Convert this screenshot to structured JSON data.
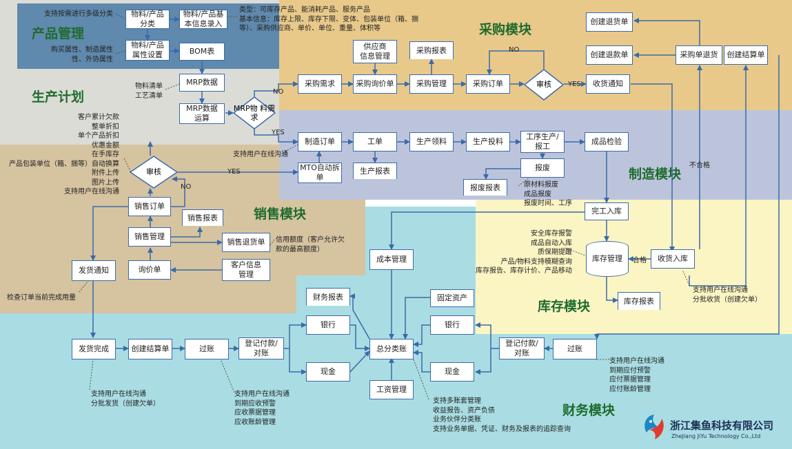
{
  "modules": {
    "product": "产品管理",
    "plan": "生产计划",
    "purchase": "采购模块",
    "manufacture": "制造模块",
    "sales": "销售模块",
    "inventory": "库存模块",
    "finance": "财务模块"
  },
  "boxes": {
    "wuliao_fenlei": "物料/产品\n分类",
    "wuliao_jiben": "物料/产品基\n本信息录入",
    "wuliao_shuxing": "物料/产品\n属性设置",
    "bom": "BOM表",
    "mrp_data": "MRP数据",
    "mrp_calc": "MRP数据\n运算",
    "mrp_need": "MRP物\n料需求",
    "cg_xuqiu": "采购需求",
    "cg_xunjia": "采购询价单",
    "cg_guanli": "采购管理",
    "cg_dingdan": "采购订单",
    "shenhe_cg": "审核",
    "shouhuo": "收货通知",
    "gys": "供应商\n信息管理",
    "cg_baobiao": "采购报表",
    "tuihuo_dan": "创建退货单",
    "tuikuan_dan": "创建退款单",
    "cg_tuihuo": "采购单退货",
    "jiesuan_dan_cg": "创建结算单",
    "zhizao_dingdan": "制造订单",
    "gongdan": "工单",
    "sc_lingliao": "生产领料",
    "sc_touliao": "生产投料",
    "gongxu": "工序生产/\n报工",
    "chengpin": "成品检验",
    "sc_baobiao": "生产报表",
    "baofei": "报废",
    "baofei_baobiao": "报废报表",
    "mto": "MTO自动拆\n单",
    "wangong": "完工入库",
    "shenhe_xs": "审核",
    "xs_dingdan": "销售订单",
    "xs_baobiao": "销售报表",
    "xs_guanli": "销售管理",
    "xs_tuihuo": "销售退货单",
    "xunjia": "询价单",
    "kehu": "客户信息\n管理",
    "fahuo_tz": "发货通知",
    "chengben": "成本管理",
    "kucun_gl": "库存管理",
    "shouhuo_rk": "收货入库",
    "kucun_bb": "库存报表",
    "cw_baobiao": "财务报表",
    "guding": "固定资产",
    "yinhang1": "银行",
    "xianjin1": "现金",
    "zongfen": "总分类账",
    "yinhang2": "银行",
    "xianjin2": "现金",
    "gongzi": "工资管理",
    "fahuo_wc": "发货完成",
    "jiesuan_xs": "创建结算单",
    "guozhang1": "过账",
    "dengji1": "登记付款/\n对账",
    "dengji2": "登记付款/\n对账",
    "guozhang2": "过账"
  },
  "notes": {
    "multi_level": "支持按需进行多级分类",
    "purchase_attr": "购买属性、制造属性\n性、外协属性",
    "type_info": "类型：可库存产品、能消耗产品、服务产品\n基本信息：库存上限、库存下限、变体、包装单位（箱、捆\n等）、采购供应商、单价、单位、重量、体积等",
    "bom_note": "物料清单\n工艺清单",
    "sales_features": "客户累计欠款\n整单折扣\n单个产品折扣\n优惠金额\n在手库存\n产品包装单位（箱、捆等）自动换算\n附件上传\n图片上传\n支持用户在线沟通",
    "mfg_online": "支持用户在线沟通",
    "scrap_note": "原材料报废\n成品报废\n报废时间、工序",
    "credit_note": "信用额度（客户允许欠\n款的最高额度）",
    "check_order": "检查订单当前完成用量",
    "inv_features": "安全库存报警\n成品自动入库\n质保期提醒\n产品/物料支持模糊查询\n库存报告、库存计价、产品移动",
    "receive_note": "支持用户在线沟通\n分批收货（创建欠单）",
    "ship_note": "支持用户在线沟通\n分批发货（创建欠单）",
    "ar_note": "支持用户在线沟通\n到期应收预警\n应收票据管理\n应收账龄管理",
    "ap_note": "支持用户在线沟通\n到期应付预警\n应付票据管理\n应付账龄管理",
    "gl_note": "支持多账套管理\n收益报告、资产负债\n业务伙伴分类账\n支持业务单据、凭证、财务及报表的追踪查询"
  },
  "labels": {
    "no1": "NO",
    "yes1": "YES",
    "yes_cg": "YES",
    "no_cg": "NO",
    "yes_xs": "YES",
    "no_xs": "NO",
    "buhege": "不合格",
    "hege": "合格"
  },
  "company": {
    "name_cn": "浙江集鱼科技有限公司",
    "name_en": "ZheJiang JiYu Technology Co.,Ltd"
  },
  "colors": {
    "product_bg": "#5f89ad",
    "plan_bg": "#dcdcd6",
    "purchase_bg": "#e8c98a",
    "manufacture_bg": "#bcc4dc",
    "sales_bg": "#d6c3a0",
    "inventory_bg": "#fbf5c4",
    "finance_bg": "#a9dde3",
    "border": "#3a6aa8",
    "title": "#1f6b2e"
  }
}
